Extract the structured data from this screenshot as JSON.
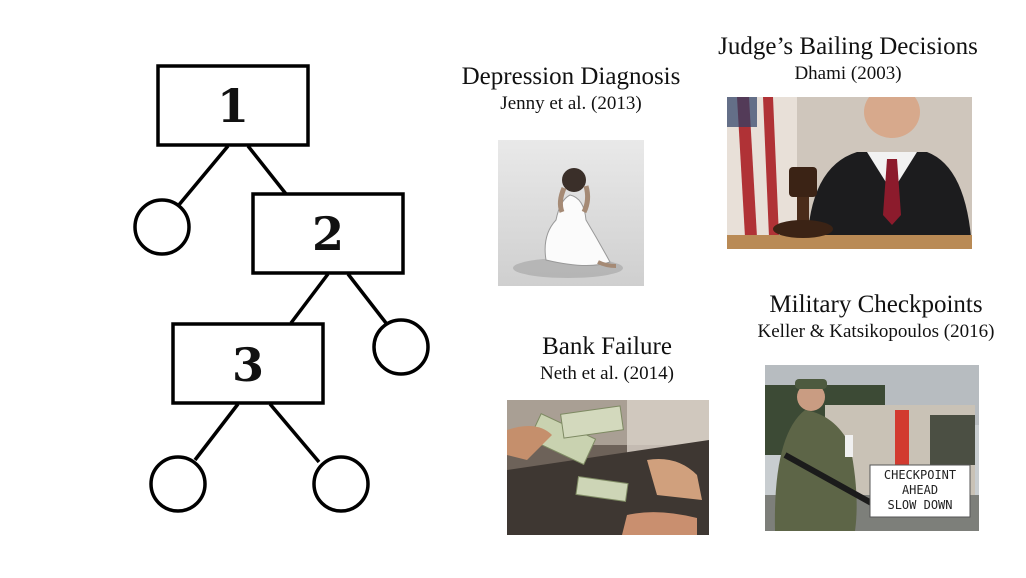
{
  "tree": {
    "nodes": [
      {
        "label": "1"
      },
      {
        "label": "2"
      },
      {
        "label": "3"
      }
    ]
  },
  "examples": [
    {
      "title": "Depression Diagnosis",
      "citation": "Jenny et al. (2013)",
      "image_icon": "person-head-in-hands-photo"
    },
    {
      "title": "Judge’s Bailing Decisions",
      "citation": "Dhami (2003)",
      "image_icon": "judge-gavel-photo"
    },
    {
      "title": "Bank Failure",
      "citation": "Neth et al. (2014)",
      "image_icon": "cash-exchange-photo"
    },
    {
      "title": "Military Checkpoints",
      "citation": "Keller & Katsikopoulos (2016)",
      "image_icon": "soldier-checkpoint-photo"
    }
  ],
  "sign": {
    "line1": "CHECKPOINT",
    "line2": "AHEAD",
    "line3": "SLOW DOWN"
  }
}
